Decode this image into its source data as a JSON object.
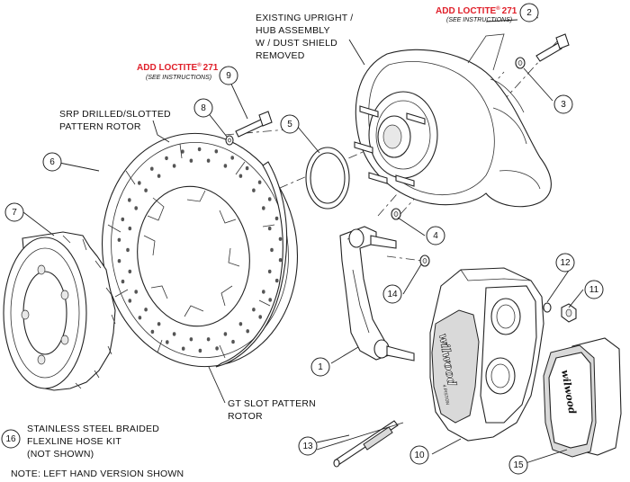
{
  "labels": {
    "upright_line1": "EXISTING UPRIGHT /",
    "upright_line2": "HUB ASSEMBLY",
    "upright_line3": "W / DUST SHIELD",
    "upright_line4": "REMOVED",
    "srp_line1": "SRP DRILLED/SLOTTED",
    "srp_line2": "PATTERN ROTOR",
    "gt_line1": "GT SLOT PATTERN",
    "gt_line2": "ROTOR",
    "hose_line1": "STAINLESS STEEL BRAIDED",
    "hose_line2": "FLEXLINE HOSE KIT",
    "hose_line3": "(NOT SHOWN)",
    "note": "NOTE: LEFT HAND VERSION SHOWN"
  },
  "loctite": {
    "top_right_main": "ADD LOCTITE",
    "top_right_num": "271",
    "top_right_note": "(SEE INSTRUCTIONS)",
    "left_main": "ADD LOCTITE",
    "left_num": "271",
    "left_note": "(SEE INSTRUCTIONS)",
    "reg": "®"
  },
  "callouts": {
    "c1": "1",
    "c2": "2",
    "c3": "3",
    "c4": "4",
    "c5": "5",
    "c6": "6",
    "c7": "7",
    "c8": "8",
    "c9": "9",
    "c10": "10",
    "c11": "11",
    "c12": "12",
    "c13": "13",
    "c14": "14",
    "c15": "15",
    "c16": "16"
  },
  "brand": {
    "caliper_logo": "wilwood",
    "caliper_sub": "4 PISTON",
    "pad_logo": "wilwood"
  },
  "colors": {
    "loctite_text": "#e0202a",
    "line_art": "#222222"
  }
}
